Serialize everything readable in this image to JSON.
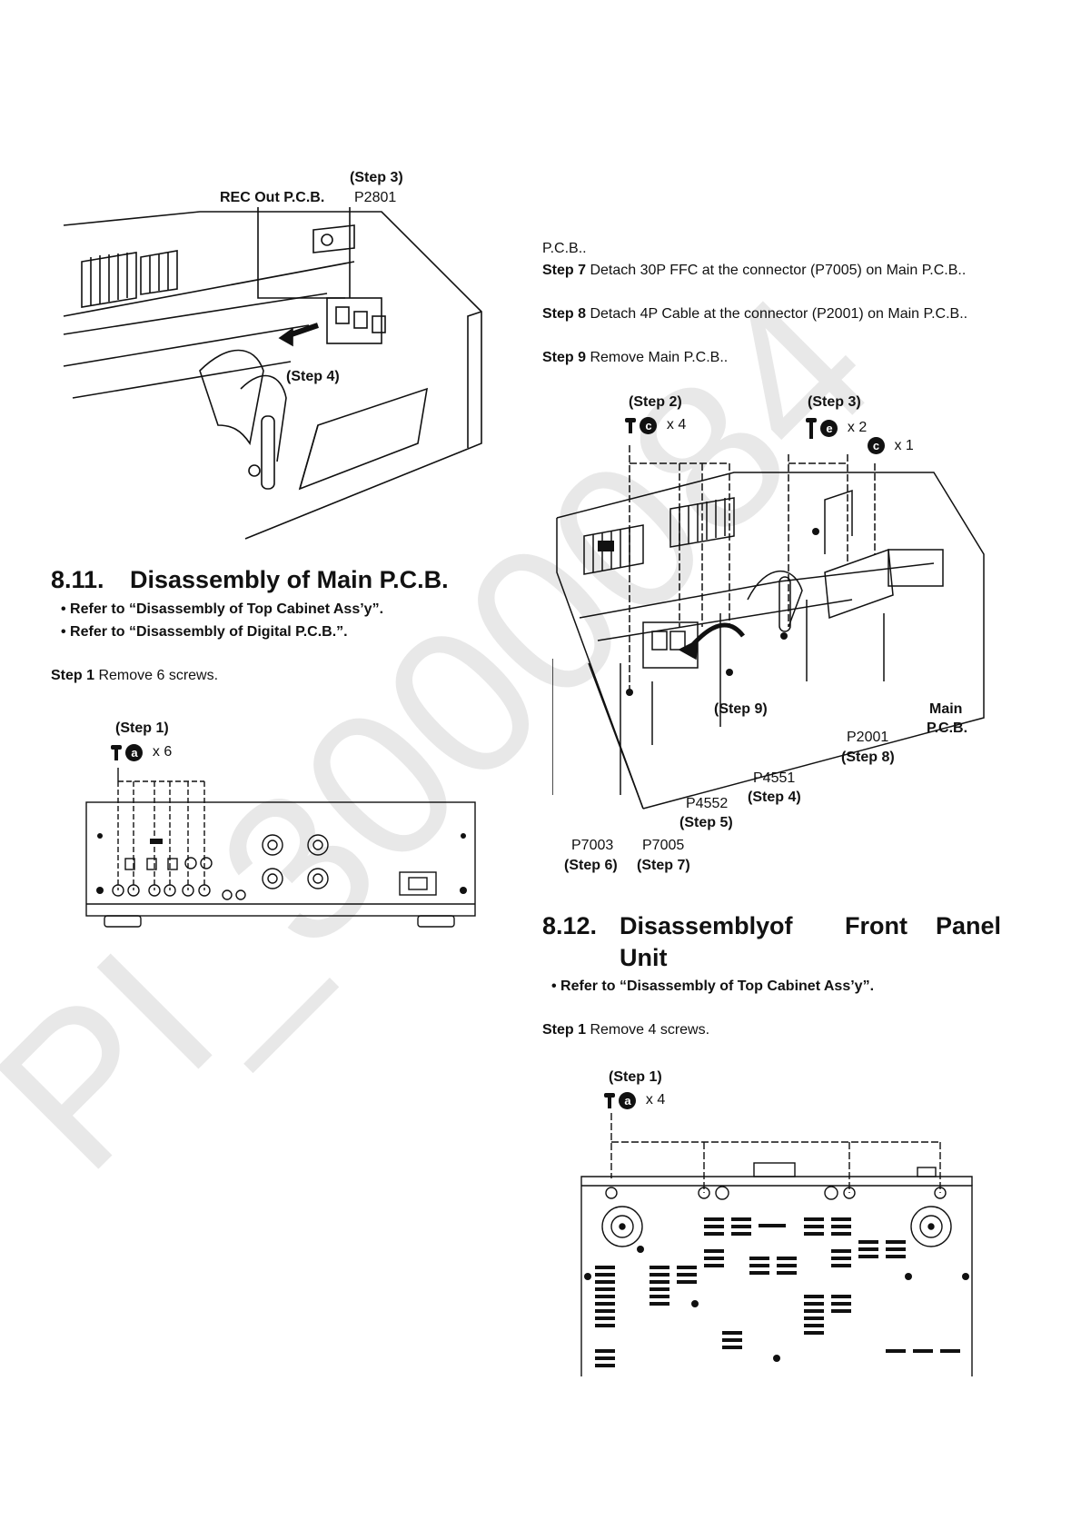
{
  "watermark": "PI_3000084",
  "fig_top": {
    "step3": "(Step 3)",
    "rec_out": "REC Out P.C.B.",
    "p2801": "P2801",
    "step4": "(Step 4)"
  },
  "sec811": {
    "number": "8.11.",
    "title": "Disassembly of Main P.C.B.",
    "bullets": [
      "• Refer to “Disassembly of Top Cabinet Ass’y”.",
      "• Refer to “Disassembly of Digital P.C.B.”."
    ],
    "step1_label": "Step 1",
    "step1_text": " Remove 6 screws.",
    "fig_step1": "(Step 1)",
    "fig_badge": "a",
    "fig_count": "x 6"
  },
  "right_text": {
    "line0": "P.C.B..",
    "step7_label": "Step 7",
    "step7_text": " Detach 30P FFC at the connector (P7005) on Main P.C.B..",
    "step8_label": "Step 8",
    "step8_text": " Detach 4P Cable at the connector (P2001) on Main P.C.B..",
    "step9_label": "Step 9",
    "step9_text": " Remove Main P.C.B.."
  },
  "fig_main": {
    "step2": "(Step 2)",
    "c_badge": "c",
    "c_x4": "x 4",
    "step3": "(Step 3)",
    "e_badge": "e",
    "e_x2": "x 2",
    "c_x1": "x 1",
    "step9": "(Step 9)",
    "main_pcb_1": "Main",
    "main_pcb_2": "P.C.B.",
    "p2001": "P2001",
    "step8": "(Step 8)",
    "p4551": "P4551",
    "step4": "(Step 4)",
    "p4552": "P4552",
    "step5": "(Step 5)",
    "p7003": "P7003",
    "step6": "(Step 6)",
    "p7005": "P7005",
    "step7": "(Step 7)"
  },
  "sec812": {
    "number": "8.12.",
    "title_a": "Disassembly",
    "title_b": "of",
    "title_c": "Front",
    "title_d": "Panel",
    "title_e": "Unit",
    "bullet": "• Refer to “Disassembly of Top Cabinet Ass’y”.",
    "step1_label": "Step 1",
    "step1_text": " Remove 4 screws.",
    "fig_step1": "(Step 1)",
    "fig_badge": "a",
    "fig_count": "x 4"
  }
}
